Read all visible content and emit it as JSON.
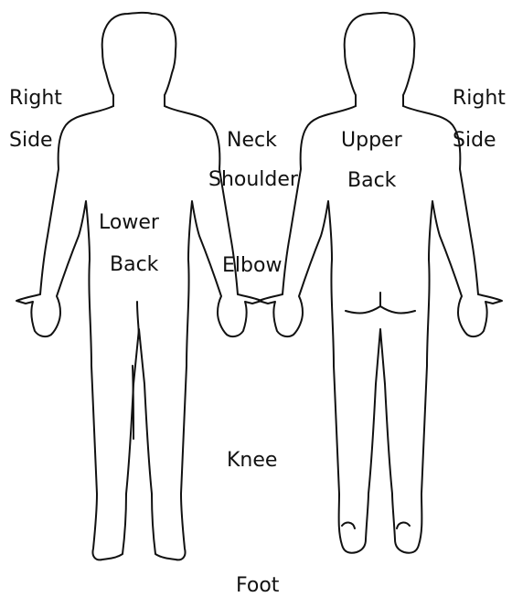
{
  "colors": {
    "line": "#111111",
    "background": "#ffffff",
    "text": "#111111"
  },
  "figures": [
    {
      "name": "front-view-figure"
    },
    {
      "name": "back-view-figure"
    }
  ],
  "labels": {
    "right_side_left": {
      "line1": "Right",
      "line2": "Side"
    },
    "right_side_right": {
      "line1": "Right",
      "line2": "Side"
    },
    "neck": "Neck",
    "shoulder": "Shoulder",
    "elbow": "Elbow",
    "upper_back": {
      "line1": "Upper",
      "line2": "Back"
    },
    "lower_back": {
      "line1": "Lower",
      "line2": "Back"
    },
    "knee": "Knee",
    "foot": "Foot"
  }
}
